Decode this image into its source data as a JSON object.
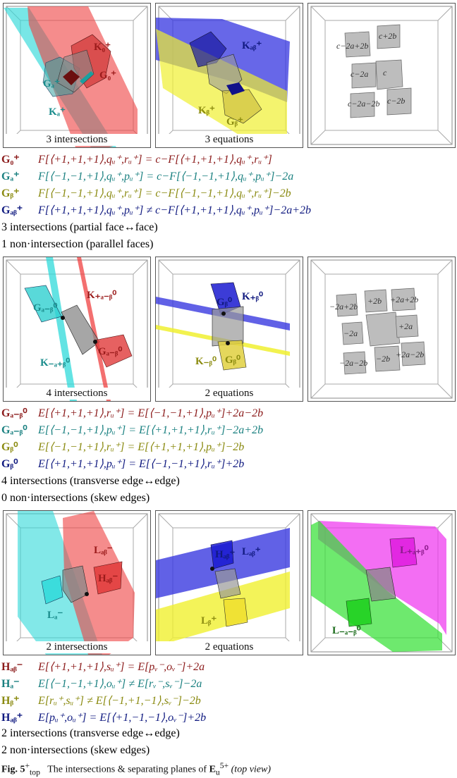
{
  "rows": [
    {
      "panels": [
        {
          "caption": "3 intersections",
          "labels": [
            {
              "text": "K₀⁺",
              "color": "#9b1b1b"
            },
            {
              "text": "G₀⁺",
              "color": "#9b1b1b"
            },
            {
              "text": "Gₐ⁺",
              "color": "#1a8c8c"
            },
            {
              "text": "Kₐ⁺",
              "color": "#1a8c8c"
            }
          ]
        },
        {
          "caption": "3 equations",
          "labels": [
            {
              "text": "Kₐᵦ⁺",
              "color": "#111a80"
            },
            {
              "text": "Kᵦ⁺",
              "color": "#8c8c10"
            },
            {
              "text": "Gᵦ⁺",
              "color": "#8c8c10"
            }
          ]
        },
        {
          "caption": "",
          "labels": [
            {
              "text": "c−2a+2b"
            },
            {
              "text": "c+2b"
            },
            {
              "text": "c−2a"
            },
            {
              "text": "c"
            },
            {
              "text": "c−2a−2b"
            },
            {
              "text": "c−2b"
            }
          ]
        }
      ],
      "equations": [
        {
          "label": "G₀⁺",
          "color": "#8b1a1a",
          "text": "F[⟨+1,+1,+1⟩,qᵤ⁺,rᵤ⁺] = c−F[⟨+1,+1,+1⟩,qᵤ⁺,rᵤ⁺]"
        },
        {
          "label": "Gₐ⁺",
          "color": "#1a8080",
          "text": "F[⟨−1,−1,+1⟩,qᵤ⁺,pᵤ⁺] = c−F[⟨−1,−1,+1⟩,qᵤ⁺,pᵤ⁺]−2a"
        },
        {
          "label": "Gᵦ⁺",
          "color": "#8a8a10",
          "text": "F[⟨−1,−1,+1⟩,qᵤ⁺,rᵤ⁺] = c−F[⟨−1,−1,+1⟩,qᵤ⁺,rᵤ⁺]−2b"
        },
        {
          "label": "Gₐᵦ⁺",
          "color": "#101a80",
          "text": "F[⟨+1,+1,+1⟩,qᵤ⁺,pᵤ⁺] ≠ c−F[⟨+1,+1,+1⟩,qᵤ⁺,pᵤ⁺]−2a+2b"
        }
      ],
      "notes": [
        "3 intersections (partial face↔face)",
        "1 non·intersection (parallel faces)"
      ]
    },
    {
      "panels": [
        {
          "caption": "4 intersections",
          "labels": [
            {
              "text": "Gₐ₋ᵦ⁰",
              "color": "#1a8c8c"
            },
            {
              "text": "K₊ₐ₋ᵦ⁰",
              "color": "#9b1b1b"
            },
            {
              "text": "Gₐ₋ᵦ⁰",
              "color": "#9b1b1b"
            },
            {
              "text": "K₋ₐ₊ᵦ⁰",
              "color": "#1a8c8c"
            }
          ]
        },
        {
          "caption": "2 equations",
          "labels": [
            {
              "text": "Gᵦ⁰",
              "color": "#111a80"
            },
            {
              "text": "K₊ᵦ⁰",
              "color": "#111a80"
            },
            {
              "text": "K₋ᵦ⁰",
              "color": "#8c8c10"
            },
            {
              "text": "Gᵦ⁰",
              "color": "#8c8c10"
            }
          ]
        },
        {
          "caption": "",
          "labels": [
            {
              "text": "−2a+2b"
            },
            {
              "text": "+2b"
            },
            {
              "text": "+2a+2b"
            },
            {
              "text": "−2a"
            },
            {
              "text": "+2a"
            },
            {
              "text": "+2a−2b"
            },
            {
              "text": "−2a−2b"
            },
            {
              "text": "−2b"
            }
          ]
        }
      ],
      "equations": [
        {
          "label": "Gₐ₋ᵦ⁰",
          "color": "#8b1a1a",
          "text": "E[⟨+1,+1,+1⟩,rᵤ⁺] = E[⟨−1,−1,+1⟩,pᵤ⁺]+2a−2b"
        },
        {
          "label": "Gₐ₋ᵦ⁰",
          "color": "#1a8080",
          "text": "E[⟨−1,−1,+1⟩,pᵤ⁺] = E[⟨+1,+1,+1⟩,rᵤ⁺]−2a+2b"
        },
        {
          "label": "Gᵦ⁰",
          "color": "#8a8a10",
          "text": "E[⟨−1,−1,+1⟩,rᵤ⁺] = E[⟨+1,+1,+1⟩,pᵤ⁺]−2b"
        },
        {
          "label": "Gᵦ⁰",
          "color": "#101a80",
          "text": "E[⟨+1,+1,+1⟩,pᵤ⁺] = E[⟨−1,−1,+1⟩,rᵤ⁺]+2b"
        }
      ],
      "notes": [
        "4 intersections (transverse edge↔edge)",
        "0 non·intersections (skew edges)"
      ]
    },
    {
      "panels": [
        {
          "caption": "2 intersections",
          "labels": [
            {
              "text": "Lₐᵦ⁻",
              "color": "#9b1b1b"
            },
            {
              "text": "Hₐᵦ⁻",
              "color": "#9b1b1b"
            },
            {
              "text": "Lₐ⁻",
              "color": "#1a8c8c"
            }
          ]
        },
        {
          "caption": "2 equations",
          "labels": [
            {
              "text": "Hₐᵦ⁺",
              "color": "#111a80"
            },
            {
              "text": "Lₐᵦ⁺",
              "color": "#111a80"
            },
            {
              "text": "Lᵦ⁺",
              "color": "#8c8c10"
            }
          ]
        },
        {
          "caption": "",
          "labels": [
            {
              "text": "L₊ₐ₊ᵦ⁰",
              "color": "#8b1a8b"
            },
            {
              "text": "L₋ₐ₋ᵦ⁰",
              "color": "#1a6b1a"
            }
          ]
        }
      ],
      "equations": [
        {
          "label": "Hₐᵦ⁻",
          "color": "#8b1a1a",
          "text": "E[⟨+1,+1,+1⟩,sᵤ⁺] = E[pᵥ⁻,oᵥ⁻]+2a"
        },
        {
          "label": "Hₐ⁻",
          "color": "#1a8080",
          "text": "E[⟨−1,−1,+1⟩,oᵤ⁺] ≠ E[rᵥ⁻,sᵥ⁻]−2a"
        },
        {
          "label": "Hᵦ⁺",
          "color": "#8a8a10",
          "text": "E[rᵤ⁺,sᵤ⁺] ≠ E[⟨−1,+1,−1⟩,sᵥ⁻]−2b"
        },
        {
          "label": "Hₐᵦ⁺",
          "color": "#101a80",
          "text": "E[pᵤ⁺,oᵤ⁺] = E[⟨+1,−1,−1⟩,oᵥ⁻]+2b"
        }
      ],
      "notes": [
        "2 intersections (transverse edge↔edge)",
        "2 non·intersections (skew edges)"
      ]
    }
  ],
  "figure_caption": {
    "prefix": "Fig. 5",
    "sup": "+",
    "sub": "top",
    "text": "The intersections & separating planes of ",
    "symbol": "E",
    "symbol_sup": "5+",
    "symbol_sub": "u",
    "suffix": "(top view)"
  }
}
